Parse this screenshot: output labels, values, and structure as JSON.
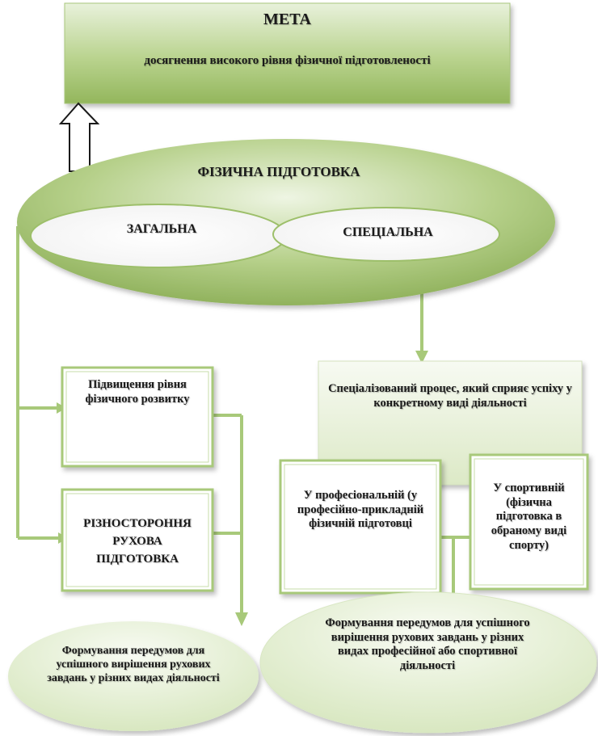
{
  "goal": {
    "title": "МЕТА",
    "text": "досягнення високого рівня  фізичної підготовленості"
  },
  "physical_training": {
    "title": "ФІЗИЧНА  ПІДГОТОВКА",
    "general": "ЗАГАЛЬНА",
    "special": "СПЕЦІАЛЬНА"
  },
  "general_branch": {
    "raise_level": "Підвищення рівня фізичного розвитку",
    "versatile": "РІЗНОСТОРОННЯ РУХОВА ПІДГОТОВКА",
    "outcome": "Формування передумов для успішного вирішення рухових завдань у різних видах діяльності"
  },
  "special_branch": {
    "process": "Спеціалізований процес, який сприяє успіху у конкретному виді діяльності",
    "professional": "У професіональній (у професійно-прикладній фізичній підготовці",
    "sport": "У спортивній (фізична підготовка в обраному виді спорту)",
    "outcome": "Формування передумов для успішного вирішення рухових завдань у різних видах професійної або спортивної діяльності"
  },
  "colors": {
    "green_dark": "#8fb35a",
    "green_mid": "#b3cf86",
    "green_light": "#e9f2dc",
    "border": "#9dbf6a"
  }
}
